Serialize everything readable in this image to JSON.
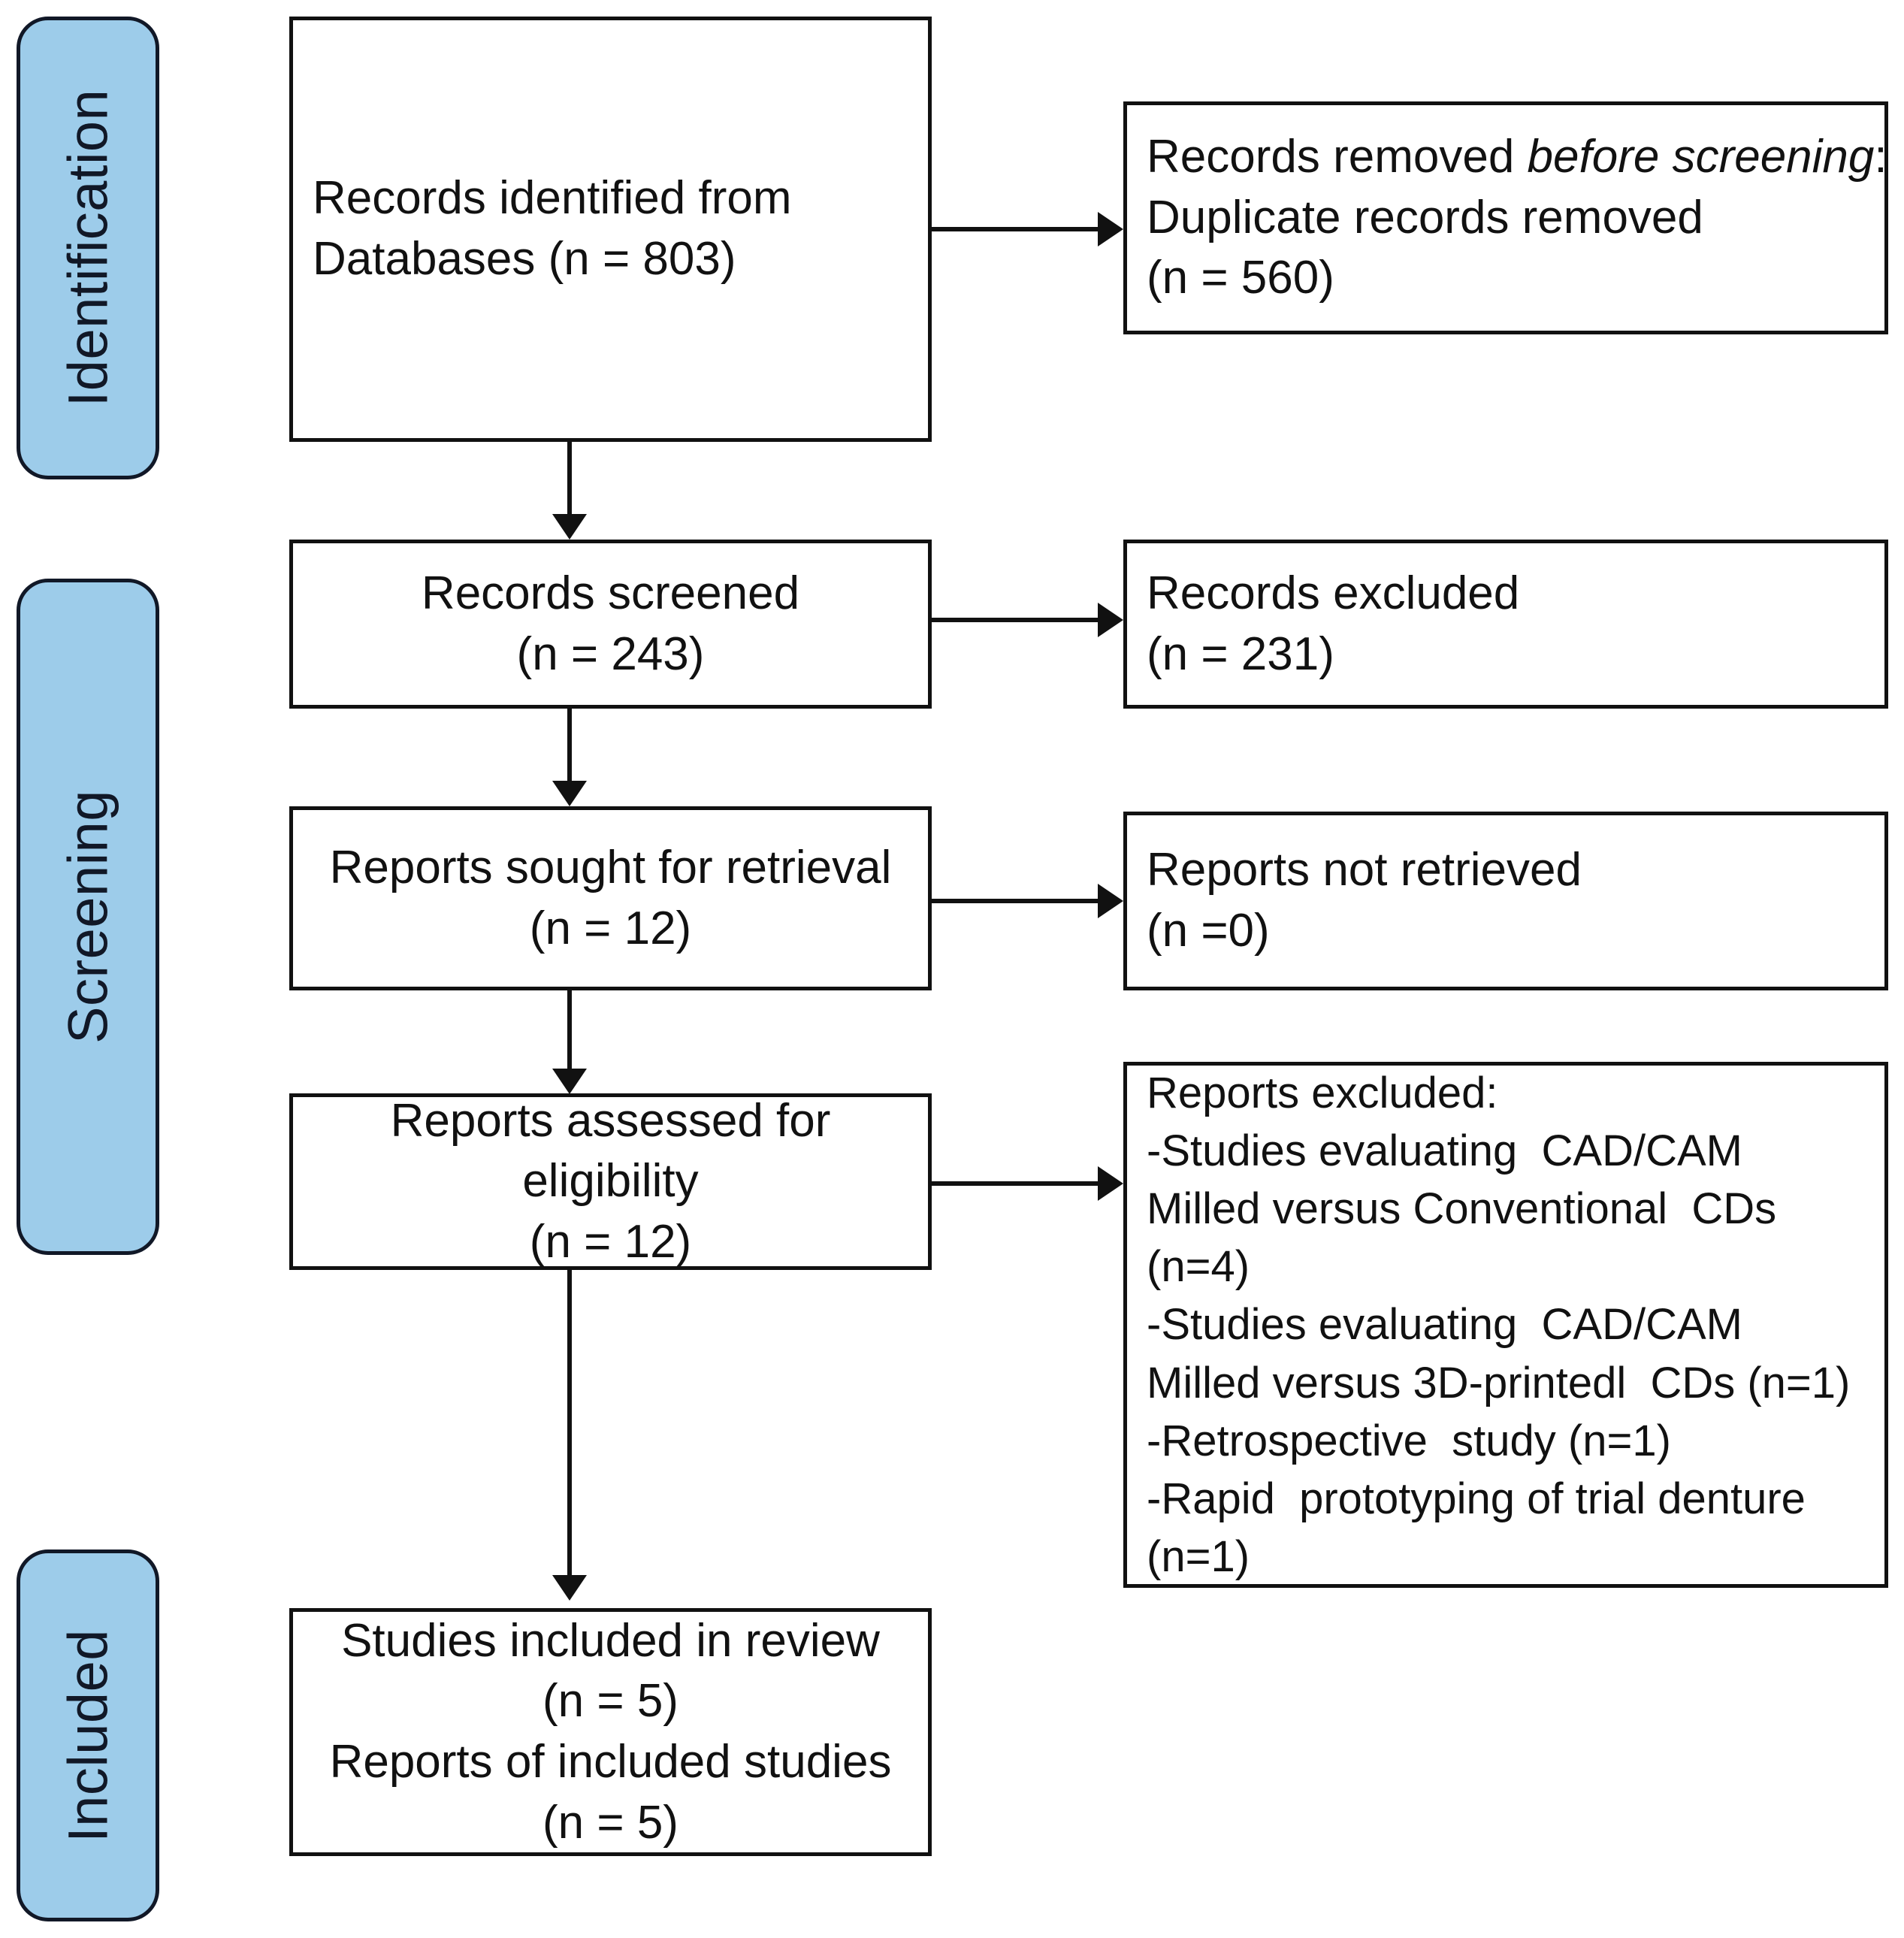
{
  "diagram": {
    "title": "PRISMA 2020 flow diagram",
    "accent_color": "#9DCCEA",
    "line_color": "#111111"
  },
  "stages": [
    {
      "id": "identification",
      "label": "Identification"
    },
    {
      "id": "screening",
      "label": "Screening"
    },
    {
      "id": "included",
      "label": "Included"
    }
  ],
  "boxes": {
    "records_identified": {
      "lines": [
        "Records identified from",
        "Databases (n = 803)"
      ]
    },
    "records_removed": {
      "line1_a": "Records removed ",
      "line1_italic": "before screening",
      "line1_b": ":",
      "line2": "Duplicate records removed",
      "line3": "(n = 560)"
    },
    "records_screened": {
      "lines": [
        "Records screened",
        "(n = 243)"
      ]
    },
    "records_excluded": {
      "lines": [
        "Records excluded",
        "(n = 231)"
      ]
    },
    "reports_sought": {
      "lines": [
        "Reports sought for retrieval",
        "(n = 12)"
      ]
    },
    "reports_not_retrieved": {
      "lines": [
        "Reports not retrieved",
        "(n =0)"
      ]
    },
    "reports_assessed": {
      "lines": [
        "Reports assessed for",
        "eligibility",
        "(n = 12)"
      ]
    },
    "reports_excluded": {
      "lines": [
        "Reports excluded:",
        "-Studies evaluating  CAD/CAM",
        "Milled versus Conventional  CDs",
        "(n=4)",
        "-Studies evaluating  CAD/CAM",
        "Milled versus 3D-printedl  CDs (n=1)",
        "-Retrospective  study (n=1)",
        "-Rapid  prototyping of trial denture",
        "(n=1)"
      ]
    },
    "studies_included": {
      "lines": [
        "Studies included in review",
        "(n = 5)",
        "Reports of included studies",
        "(n = 5)"
      ]
    }
  },
  "chart_data": {
    "type": "table",
    "title": "PRISMA 2020 flow diagram",
    "nodes": [
      {
        "stage": "Identification",
        "label": "Records identified from Databases",
        "n": 803
      },
      {
        "stage": "Identification",
        "label": "Records removed before screening: Duplicate records removed",
        "n": 560
      },
      {
        "stage": "Screening",
        "label": "Records screened",
        "n": 243
      },
      {
        "stage": "Screening",
        "label": "Records excluded",
        "n": 231
      },
      {
        "stage": "Screening",
        "label": "Reports sought for retrieval",
        "n": 12
      },
      {
        "stage": "Screening",
        "label": "Reports not retrieved",
        "n": 0
      },
      {
        "stage": "Screening",
        "label": "Reports assessed for eligibility",
        "n": 12
      },
      {
        "stage": "Screening",
        "label": "Reports excluded: Studies evaluating CAD/CAM Milled versus Conventional CDs",
        "n": 4
      },
      {
        "stage": "Screening",
        "label": "Reports excluded: Studies evaluating CAD/CAM Milled versus 3D-printedl CDs",
        "n": 1
      },
      {
        "stage": "Screening",
        "label": "Reports excluded: Retrospective study",
        "n": 1
      },
      {
        "stage": "Screening",
        "label": "Reports excluded: Rapid prototyping of trial denture",
        "n": 1
      },
      {
        "stage": "Included",
        "label": "Studies included in review",
        "n": 5
      },
      {
        "stage": "Included",
        "label": "Reports of included studies",
        "n": 5
      }
    ]
  }
}
